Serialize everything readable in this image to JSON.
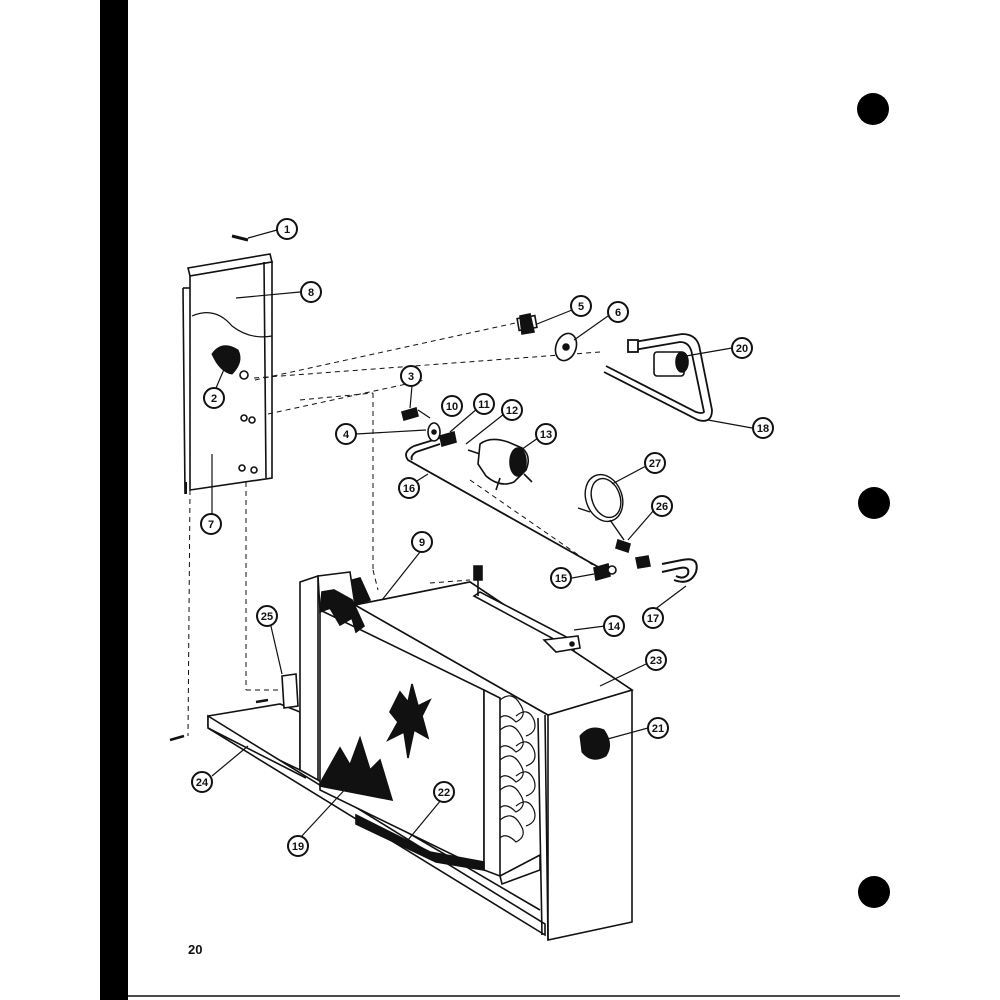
{
  "page": {
    "number": "20"
  },
  "colors": {
    "ink": "#111111",
    "paper": "#ffffff",
    "binding_edge": "#000000"
  },
  "callouts": [
    "1",
    "2",
    "3",
    "4",
    "5",
    "6",
    "7",
    "8",
    "9",
    "10",
    "11",
    "12",
    "13",
    "14",
    "15",
    "16",
    "17",
    "18",
    "19",
    "20",
    "21",
    "22",
    "23",
    "24",
    "25",
    "26",
    "27"
  ],
  "binder_holes": 3
}
